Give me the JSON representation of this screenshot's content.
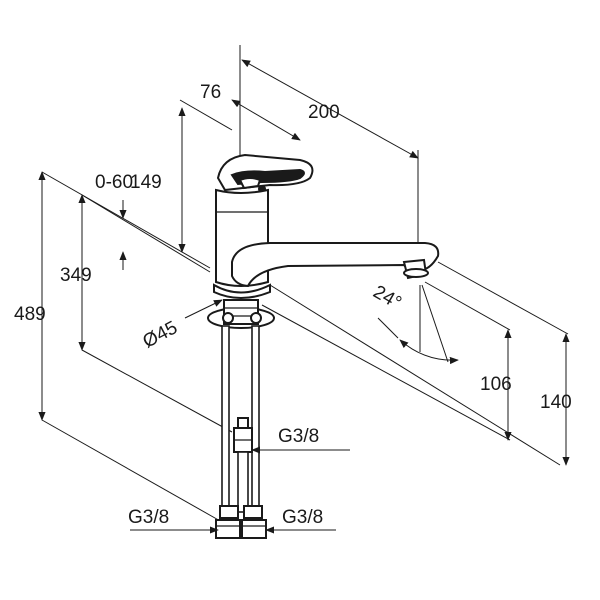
{
  "diagram": {
    "dimensions": {
      "d76": "76",
      "d200": "200",
      "d149": "149",
      "d060": "0-60",
      "d349": "349",
      "d489": "489",
      "d45": "Ø45",
      "d24": "24°",
      "d106": "106",
      "d140": "140",
      "thread_upper": "G3/8",
      "thread_left": "G3/8",
      "thread_right": "G3/8"
    },
    "colors": {
      "line": "#1a1a1a",
      "background": "#ffffff"
    }
  }
}
